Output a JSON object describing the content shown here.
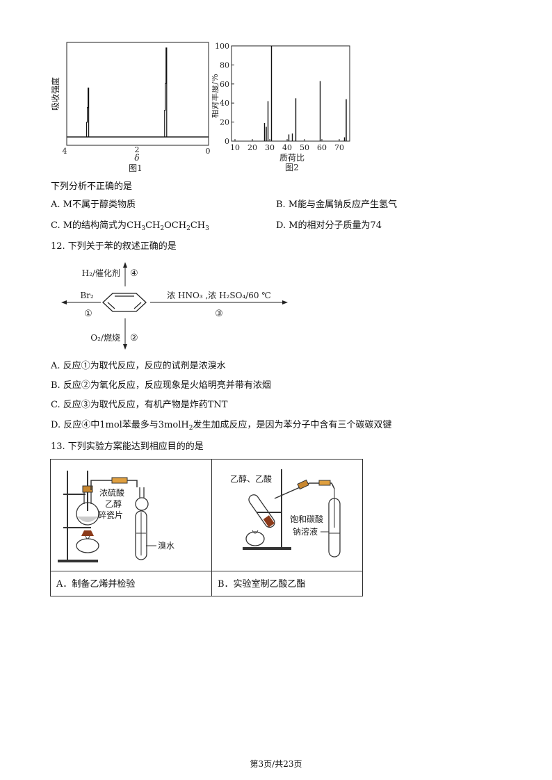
{
  "figure1": {
    "ylabel": "吸收强度",
    "xlabel": "δ",
    "xticks": [
      "4",
      "2",
      "0"
    ],
    "caption": "图1"
  },
  "figure2": {
    "ylabel": "相对丰度/%",
    "xlabel": "质荷比",
    "caption": "图2",
    "yticks": [
      "0",
      "20",
      "40",
      "60",
      "80",
      "100"
    ],
    "xticks": [
      "10",
      "20",
      "30",
      "40",
      "50",
      "60",
      "70"
    ]
  },
  "chart_data": [
    {
      "type": "line",
      "xlabel": "δ",
      "ylabel": "吸收强度",
      "xlim": [
        4,
        0
      ],
      "peaks": [
        {
          "x": 3.4,
          "height": 0.55
        },
        {
          "x": 1.2,
          "height": 1.0
        }
      ]
    },
    {
      "type": "bar",
      "xlabel": "质荷比",
      "ylabel": "相对丰度/%",
      "ylim": [
        0,
        100
      ],
      "x": [
        27,
        28,
        29,
        31,
        41,
        43,
        45,
        59,
        73,
        74
      ],
      "values": [
        19,
        15,
        42,
        100,
        7,
        8,
        45,
        63,
        4,
        44
      ]
    }
  ],
  "q11": {
    "stem": "下列分析不正确的是",
    "optA": "A. M不属于醇类物质",
    "optB": "B. M能与金属钠反应产生氢气",
    "optC_prefix": "C. M的结构简式为",
    "optD": "D. M的相对分子质量为74"
  },
  "q12": {
    "stem": "12. 下列关于苯的叙述正确的是",
    "r4_label": "H₂/催化剂",
    "r4_num": "④",
    "r1_label": "Br₂",
    "r1_num": "①",
    "r3_label": "浓 HNO₃ ,浓 H₂SO₄/60 ℃",
    "r3_num": "③",
    "r2_label": "O₂/燃烧",
    "r2_num": "②",
    "optA": "A. 反应①为取代反应，反应的试剂是浓溴水",
    "optB": "B. 反应②为氧化反应，反应现象是火焰明亮并带有浓烟",
    "optC": "C. 反应③为取代反应，有机产物是炸药TNT",
    "optD_pre": "D. 反应④中1mol苯最多与3mol",
    "optD_post": "发生加成反应，是因为苯分子中含有三个碳碳双键"
  },
  "q13": {
    "stem": "13. 下列实验方案能达到相应目的的是",
    "a_l1": "浓硫酸",
    "a_l2": "乙醇",
    "a_l3": "碎瓷片",
    "a_l4": "溴水",
    "b_l1": "乙醇、乙酸",
    "b_l2": "饱和碳酸",
    "b_l3": "钠溶液",
    "capA": "A．制备乙烯并检验",
    "capB": "B．实验室制乙酸乙酯"
  },
  "footer": "第3页/共23页"
}
